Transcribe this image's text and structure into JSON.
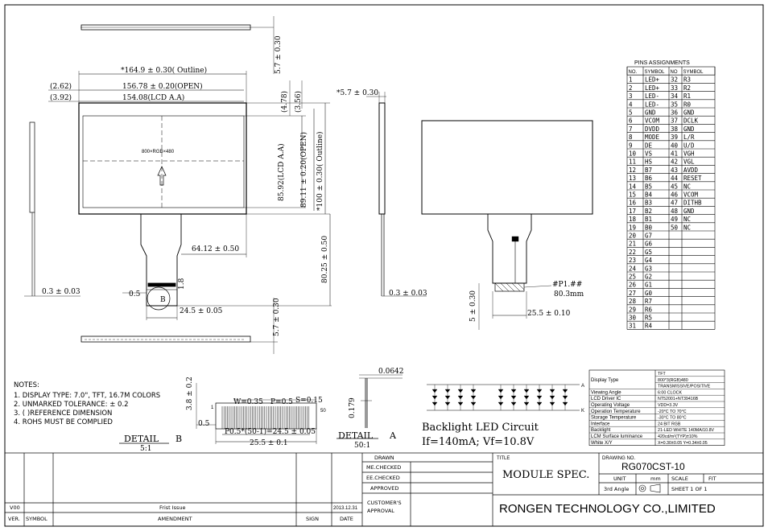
{
  "pins": {
    "title": "PINS ASSIGNMENTS",
    "headers": [
      "NO.",
      "SYMBOL",
      "NO",
      "SYMBOL"
    ],
    "left": [
      [
        "1",
        "LED+"
      ],
      [
        "2",
        "LED+"
      ],
      [
        "3",
        "LED-"
      ],
      [
        "4",
        "LED-"
      ],
      [
        "5",
        "GND"
      ],
      [
        "6",
        "VCOM"
      ],
      [
        "7",
        "DVDD"
      ],
      [
        "8",
        "MODE"
      ],
      [
        "9",
        "DE"
      ],
      [
        "10",
        "VS"
      ],
      [
        "11",
        "HS"
      ],
      [
        "12",
        "B7"
      ],
      [
        "13",
        "B6"
      ],
      [
        "14",
        "B5"
      ],
      [
        "15",
        "B4"
      ],
      [
        "16",
        "B3"
      ],
      [
        "17",
        "B2"
      ],
      [
        "18",
        "B1"
      ],
      [
        "19",
        "B0"
      ],
      [
        "20",
        "G7"
      ],
      [
        "21",
        "G6"
      ],
      [
        "22",
        "G5"
      ],
      [
        "23",
        "G4"
      ],
      [
        "24",
        "G3"
      ],
      [
        "25",
        "G2"
      ],
      [
        "26",
        "G1"
      ],
      [
        "27",
        "G0"
      ],
      [
        "28",
        "R7"
      ],
      [
        "29",
        "R6"
      ],
      [
        "30",
        "R5"
      ],
      [
        "31",
        "R4"
      ]
    ],
    "right": [
      [
        "32",
        "R3"
      ],
      [
        "33",
        "R2"
      ],
      [
        "34",
        "R1"
      ],
      [
        "35",
        "R0"
      ],
      [
        "36",
        "GND"
      ],
      [
        "37",
        "DCLK"
      ],
      [
        "38",
        "GND"
      ],
      [
        "39",
        "L/R"
      ],
      [
        "40",
        "U/D"
      ],
      [
        "41",
        "VGH"
      ],
      [
        "42",
        "VGL"
      ],
      [
        "43",
        "AVDD"
      ],
      [
        "44",
        "RESET"
      ],
      [
        "45",
        "NC"
      ],
      [
        "46",
        "VCOM"
      ],
      [
        "47",
        "DITHB"
      ],
      [
        "48",
        "GND"
      ],
      [
        "49",
        "NC"
      ],
      [
        "50",
        "NC"
      ]
    ]
  },
  "front_view": {
    "outline_w": "*164.9 ± 0.30( Outline)",
    "open_w": "156.78 ± 0.20(OPEN)",
    "lcd_w": "154.08(LCD A.A)",
    "left_262": "(2.62)",
    "left_392": "(3.92)",
    "top_478": "(4.78)",
    "top_356": "(3.56)",
    "lcd_h": "85.92(LCD A.A)",
    "open_h": "89.11 ± 0.20(OPEN)",
    "outline_h": "*100 ± 0.30( Outline)",
    "center_label": "800×RGB×480",
    "fpc_w": "64.12 ± 0.50",
    "fpc_len": "80.25 ± 0.50",
    "top_edge": "5.7 ± 0.30",
    "bottom_edge": "5.7 ± 0.30",
    "side_03": "0.3 ± 0.03",
    "pin_05": "0.5",
    "pin_18": "1.8",
    "fpc_end": "24.5 ± 0.05",
    "detail_b": "B"
  },
  "side_view": {
    "thick": "*5.7 ± 0.30",
    "side_03": "0.3 ± 0.03"
  },
  "rear_view": {
    "wire_label": "#P1.##",
    "wire_len": "80.3mm",
    "fpc_w": "25.5 ± 0.10",
    "h_530": "5 ± 0.30"
  },
  "notes": {
    "title": "NOTES:",
    "items": [
      "1. DISPLAY TYPE:  7.0\", TFT, 16.7M COLORS",
      "2. UNMARKED TOLERANCE: ± 0.2",
      "3. (   )REFERENCE DIMENSION",
      "4. ROHS MUST BE COMPLIED"
    ]
  },
  "detail_b": {
    "label": "DETAIL",
    "letter": "B",
    "scale": "5:1",
    "h": "3.8 ± 0.2",
    "w": "W=0.35",
    "p": "P=0.5",
    "s": "S=0.15",
    "pitch": "P0.5*(50-1)=24.5 ± 0.05",
    "total": "25.5 ± 0.1",
    "left": "0.5",
    "pin1": "1",
    "pin50": "50"
  },
  "detail_a": {
    "label": "DETAIL",
    "letter": "A",
    "scale": "50:1",
    "t1": "0.0642",
    "t2": "0.179"
  },
  "backlight": {
    "title": "Backlight LED Circuit",
    "spec": "If=140mA; Vf=10.8V",
    "a": "A",
    "k": "K"
  },
  "specs": [
    [
      "",
      "TFT"
    ],
    [
      "Display Type",
      "800*3(RGB)480"
    ],
    [
      "",
      "TRANSMISSIVE/POSITIVE"
    ],
    [
      "Viewing Angle",
      "6:00 CLOCK"
    ],
    [
      "LCD Driver IC",
      "NT52001+NT39416B"
    ],
    [
      "Operating Voltage",
      "VDD=3.3V"
    ],
    [
      "Operation Temperature",
      "-20°C TO 70°C"
    ],
    [
      "Storage Temperature",
      "-30°C TO 80°C"
    ],
    [
      "Interface",
      "24 BIT RGB"
    ],
    [
      "Backlight",
      "21-LED WHITE 140MA/10.8V"
    ],
    [
      "LCM Surface luminance",
      "420cd/m²(TYP)±10%"
    ],
    [
      "White X/Y",
      "X=0.30±0.05   Y=0.34±0.05"
    ]
  ],
  "title_block": {
    "drawn": "DRAWN",
    "me_checked": "ME.CHECKED",
    "ee_checked": "EE.CHECKED",
    "approved": "APPROVED",
    "title_lbl": "TITLE",
    "title": "MODULE SPEC.",
    "drawing_no_lbl": "DRAWING NO.",
    "drawing_no": "RG070CST-10",
    "unit_lbl": "UNIT",
    "unit": "mm",
    "scale_lbl": "SCALE",
    "fit": "FIT",
    "angle": "3rd Angle",
    "sheet": "SHEET 1 OF 1",
    "company": "RONGEN TECHNOLOGY CO.,LIMITED",
    "rev_ver": "V00",
    "rev_text": "Frist Issue",
    "rev_date": "2013.12.31",
    "customer": "CUSTOMER'S",
    "customer2": "APPROVAL",
    "ver": "VER.",
    "symbol": "SYMBOL",
    "amendment": "AMENDMENT",
    "sign": "SIGN",
    "date": "DATE"
  }
}
